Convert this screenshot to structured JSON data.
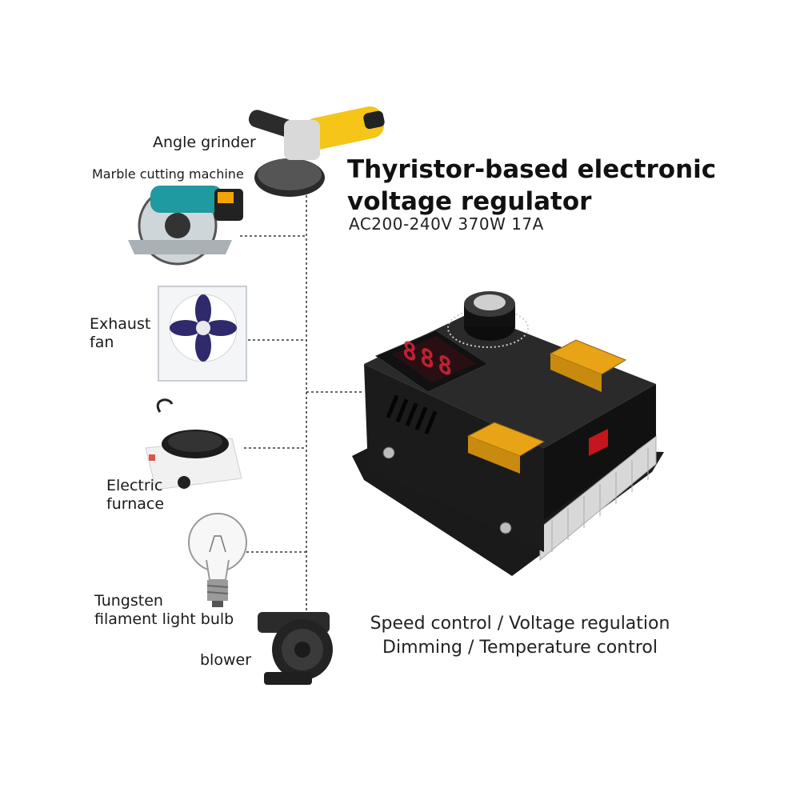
{
  "title": {
    "line1": "Thyristor-based electronic",
    "line2": "voltage regulator"
  },
  "subtitle": "AC200-240V 370W 17A",
  "applications": [
    {
      "label": "Angle grinder"
    },
    {
      "label": "Marble cutting machine"
    },
    {
      "label_line1": "Exhaust",
      "label_line2": "fan"
    },
    {
      "label_line1": "Electric",
      "label_line2": "furnace"
    },
    {
      "label_line1": "Tungsten",
      "label_line2": "filament light bulb"
    },
    {
      "label": "blower"
    }
  ],
  "features": {
    "line1": "Speed control / Voltage regulation",
    "line2": "Dimming / Temperature control"
  },
  "device": {
    "display": "888"
  },
  "colors": {
    "accent_yellow": "#f5c518",
    "device_black": "#1b1b1b",
    "display_red": "#d8263a",
    "terminal_amber": "#e8a317"
  }
}
